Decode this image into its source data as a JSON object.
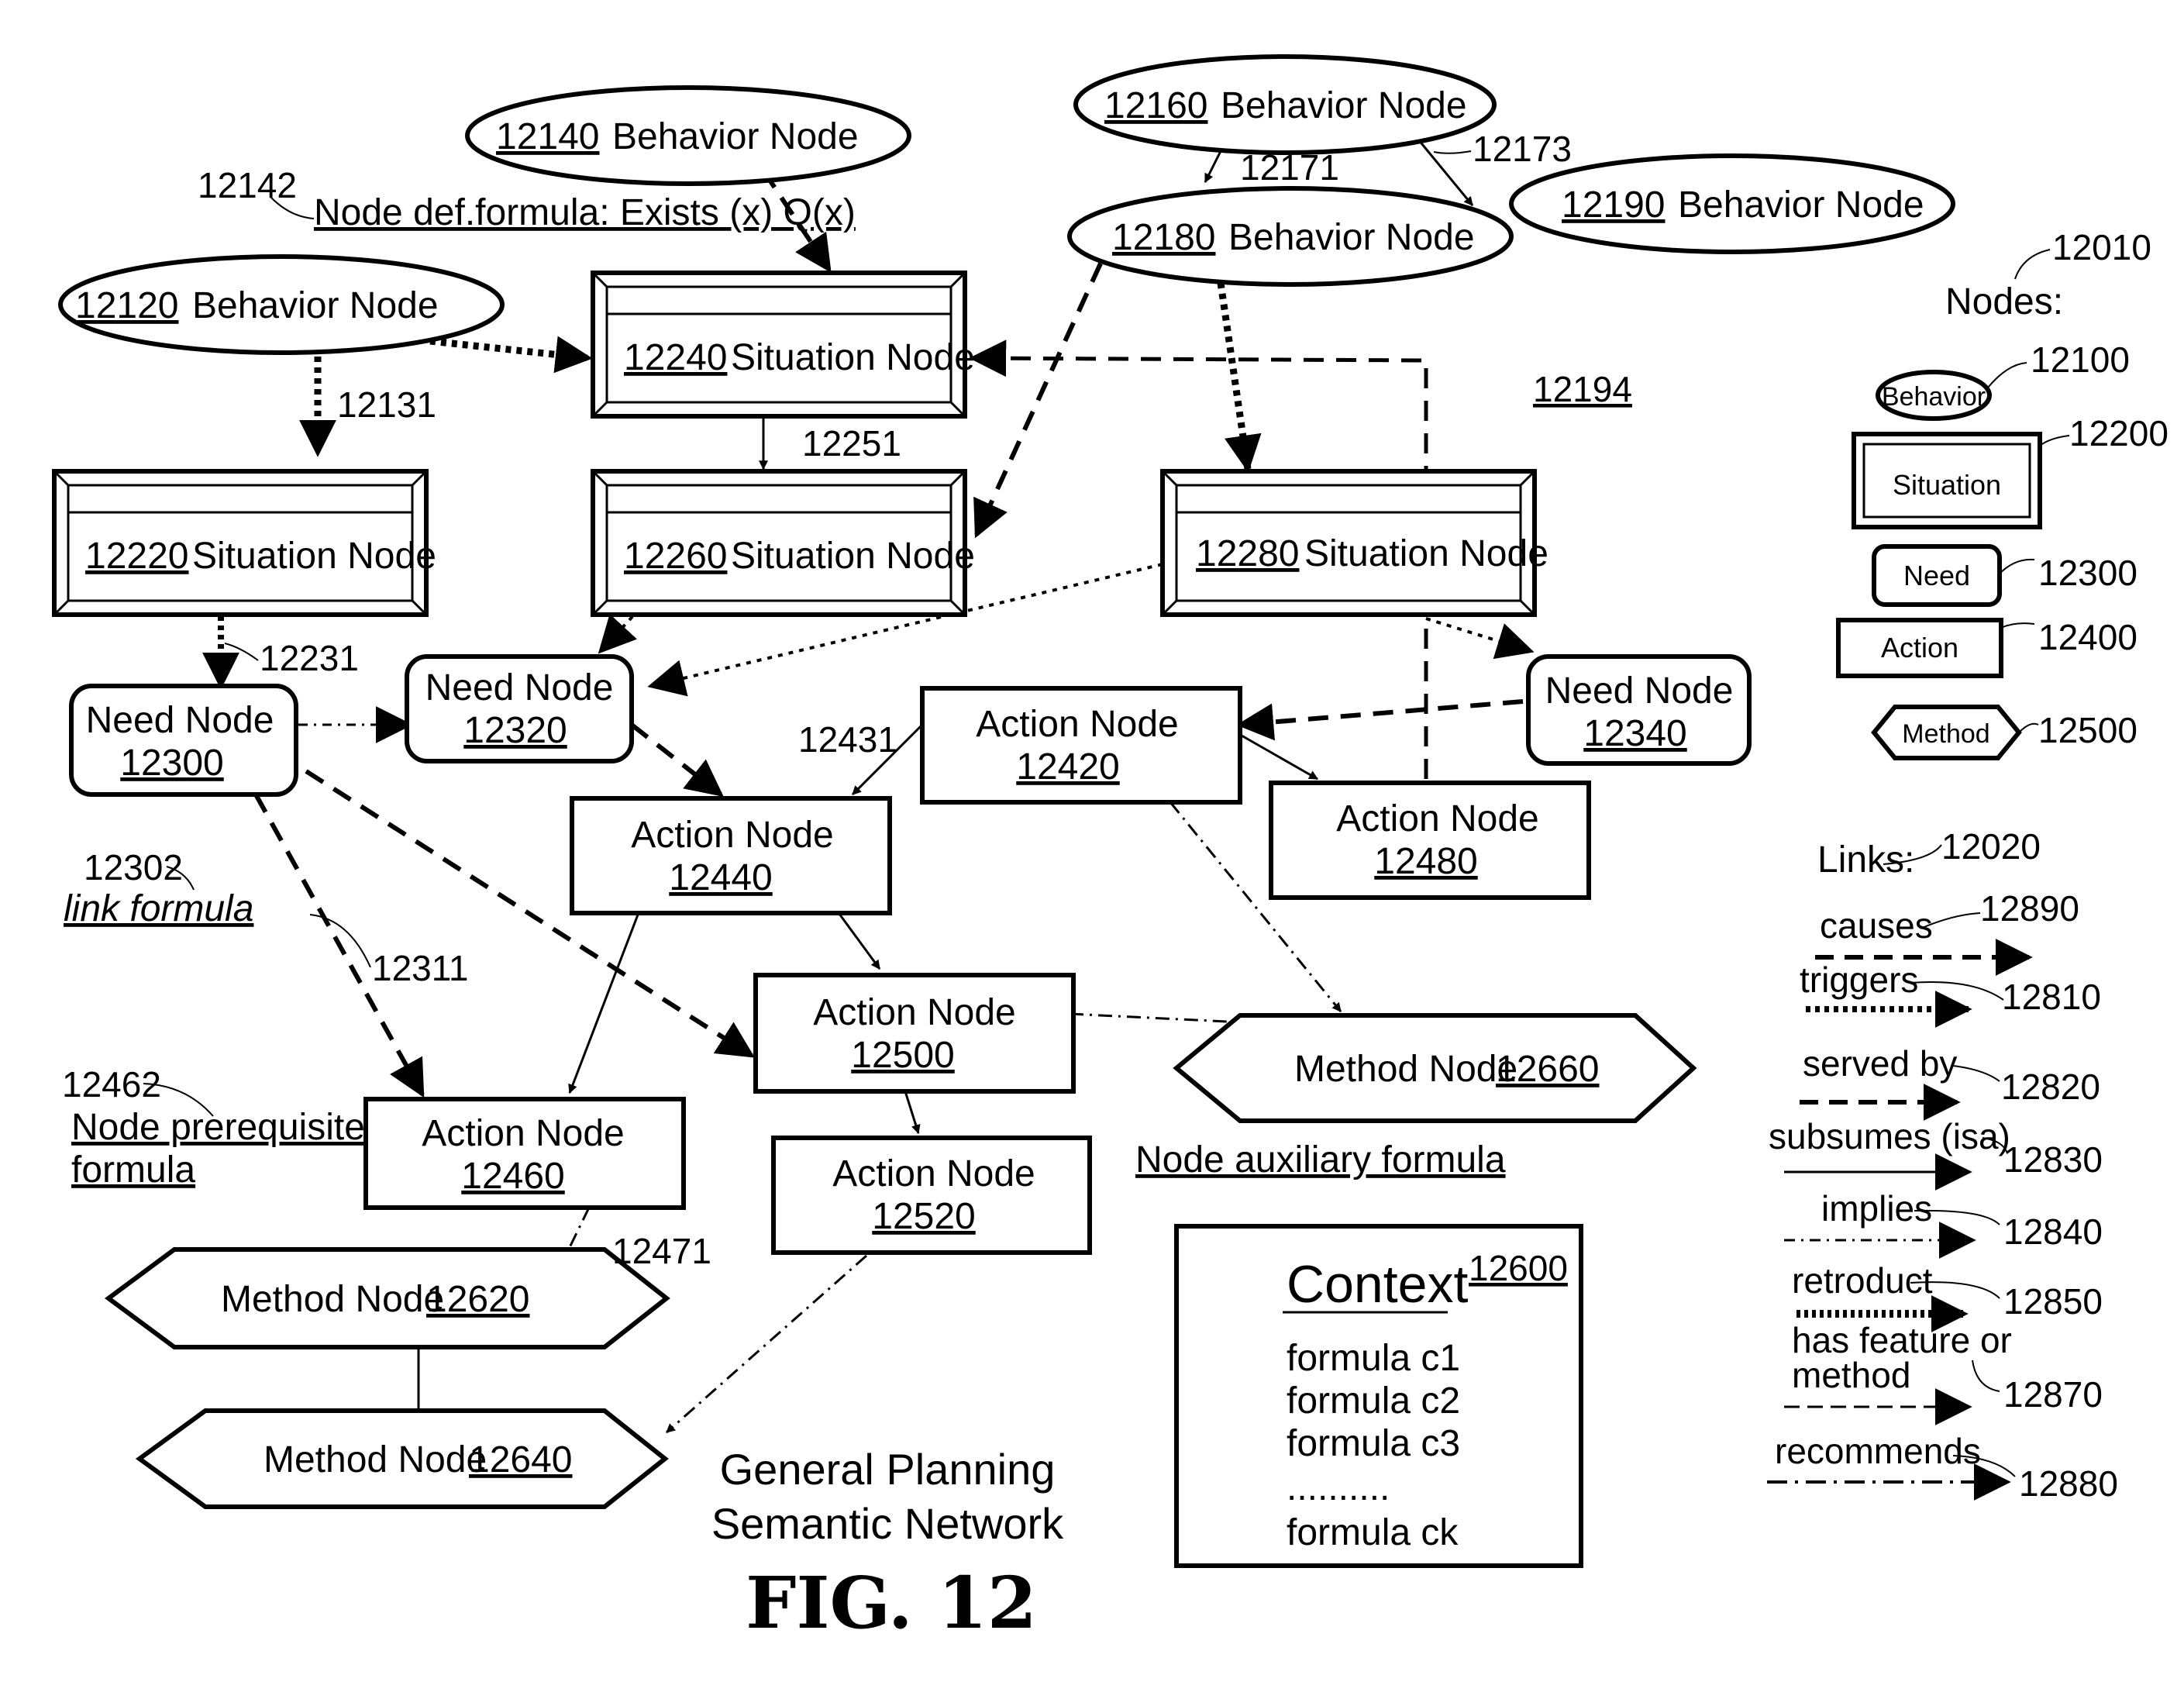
{
  "figure": {
    "title_line1": "General Planning",
    "title_line2": "Semantic Network",
    "fig_label": "FIG. 12"
  },
  "nodes": {
    "n12140": {
      "id": "12140",
      "label": "Behavior Node"
    },
    "n12160": {
      "id": "12160",
      "label": "Behavior Node"
    },
    "n12180": {
      "id": "12180",
      "label": "Behavior Node"
    },
    "n12190": {
      "id": "12190",
      "label": "Behavior Node"
    },
    "n12120": {
      "id": "12120",
      "label": "Behavior Node"
    },
    "n12240": {
      "id": "12240",
      "label": "Situation Node"
    },
    "n12220": {
      "id": "12220",
      "label": "Situation Node"
    },
    "n12260": {
      "id": "12260",
      "label": "Situation Node"
    },
    "n12280": {
      "id": "12280",
      "label": "Situation Node"
    },
    "n12300": {
      "label": "Need Node",
      "id": "12300"
    },
    "n12320": {
      "label": "Need Node",
      "id": "12320"
    },
    "n12340": {
      "label": "Need Node",
      "id": "12340"
    },
    "n12420": {
      "label": "Action Node",
      "id": "12420"
    },
    "n12440": {
      "label": "Action Node",
      "id": "12440"
    },
    "n12480": {
      "label": "Action Node",
      "id": "12480"
    },
    "n12500": {
      "label": "Action Node",
      "id": "12500"
    },
    "n12460": {
      "label": "Action Node",
      "id": "12460"
    },
    "n12520": {
      "label": "Action Node",
      "id": "12520"
    },
    "n12660": {
      "label": "Method Node",
      "id": "12660"
    },
    "n12620": {
      "label": "Method Node",
      "id": "12620"
    },
    "n12640": {
      "label": "Method Node",
      "id": "12640"
    }
  },
  "refs": {
    "r12142": "12142",
    "node_def_formula": "Node def.formula: Exists (x) Q(x)",
    "r12171": "12171",
    "r12173": "12173",
    "r12131": "12131",
    "r12251": "12251",
    "r12194": "12194",
    "r12231": "12231",
    "r12431": "12431",
    "r12302": "12302",
    "link_formula": "link formula",
    "r12311": "12311",
    "r12462": "12462",
    "prereq_line1": "Node prerequisite",
    "prereq_line2": "formula",
    "r12471": "12471",
    "aux_formula": "Node auxiliary formula"
  },
  "context": {
    "title": "Context",
    "id": "12600",
    "formulas": [
      "formula c1",
      "formula c2",
      "formula c3",
      "..........",
      "formula ck"
    ]
  },
  "legend": {
    "nodes_ref": "12010",
    "nodes_title": "Nodes:",
    "node_items": [
      {
        "label": "Behavior",
        "ref": "12100"
      },
      {
        "label": "Situation",
        "ref": "12200"
      },
      {
        "label": "Need",
        "ref": "12300"
      },
      {
        "label": "Action",
        "ref": "12400"
      },
      {
        "label": "Method",
        "ref": "12500"
      }
    ],
    "links_title": "Links:",
    "links_ref": "12020",
    "link_items": [
      {
        "label": "causes",
        "ref": "12890"
      },
      {
        "label": "triggers",
        "ref": "12810"
      },
      {
        "label": "served by",
        "ref": "12820"
      },
      {
        "label": "subsumes (isa)",
        "ref": "12830"
      },
      {
        "label": "implies",
        "ref": "12840"
      },
      {
        "label": "retroduct",
        "ref": "12850"
      },
      {
        "label": "has feature or",
        "ref": "12870"
      },
      {
        "label": "method",
        "ref": ""
      },
      {
        "label": "recommends",
        "ref": "12880"
      }
    ]
  }
}
